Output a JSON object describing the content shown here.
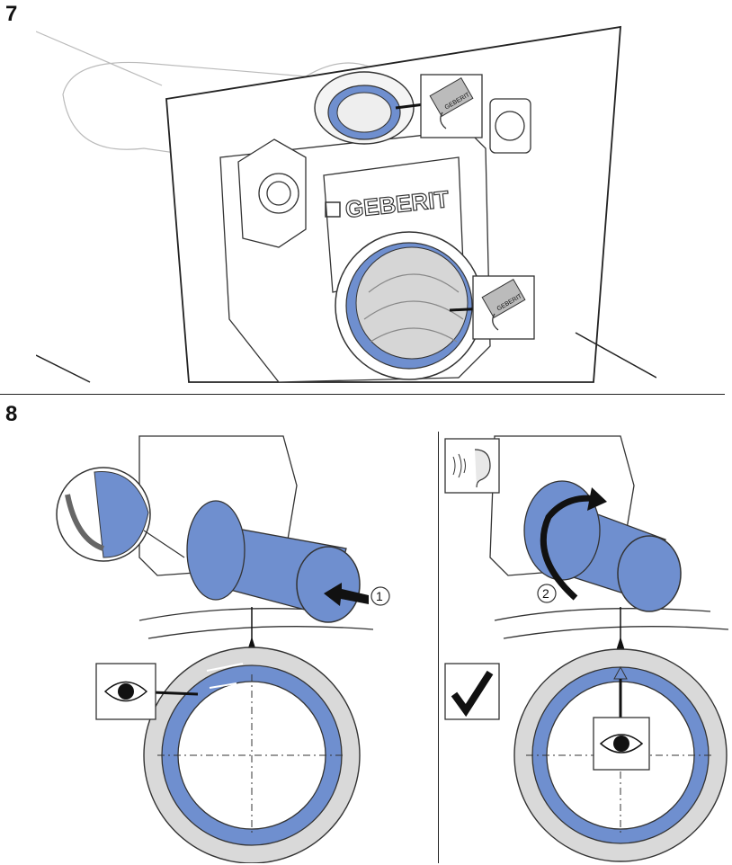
{
  "steps": [
    {
      "number": "7"
    },
    {
      "number": "8"
    }
  ],
  "brand": {
    "name": "GEBERIT"
  },
  "tags": {
    "label": "GEBERIT"
  },
  "callouts": {
    "one": "1",
    "two": "2"
  },
  "icons": {
    "lubricant": "lubricant-tag-icon",
    "eye": "eye-icon",
    "ear": "ear-sound-icon",
    "check": "checkmark-icon",
    "push": "push-arrow-icon",
    "rotate": "rotate-arrow-icon"
  },
  "colors": {
    "seal_blue": "#6f8fcf",
    "grey": "#c8c8c8",
    "line": "#222222"
  }
}
